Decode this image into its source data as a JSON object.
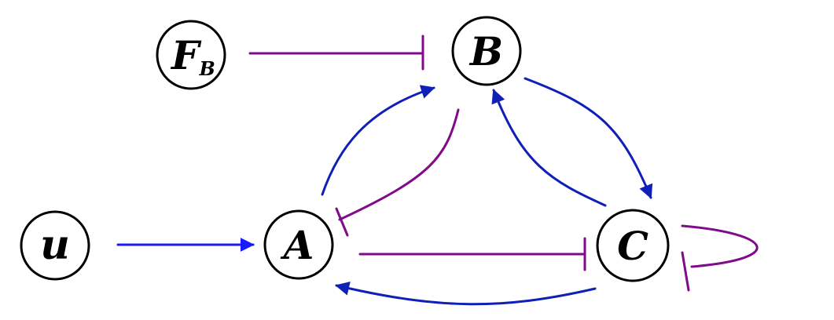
{
  "colors": {
    "activation": "#0f1fb8",
    "activation_bright": "#1a1aff",
    "inhibition": "#800a8a"
  },
  "nodes": {
    "u": {
      "label": "u"
    },
    "a": {
      "label": "A"
    },
    "b": {
      "label": "B"
    },
    "c": {
      "label": "C"
    },
    "fb": {
      "label": "F",
      "subscript": "B"
    }
  },
  "edges": [
    {
      "from": "u",
      "to": "A",
      "kind": "activation"
    },
    {
      "from": "A",
      "to": "B",
      "kind": "activation"
    },
    {
      "from": "B",
      "to": "A",
      "kind": "inhibition"
    },
    {
      "from": "B",
      "to": "C",
      "kind": "activation"
    },
    {
      "from": "C",
      "to": "B",
      "kind": "activation"
    },
    {
      "from": "A",
      "to": "C",
      "kind": "inhibition"
    },
    {
      "from": "C",
      "to": "A",
      "kind": "activation"
    },
    {
      "from": "C",
      "to": "C",
      "kind": "inhibition"
    },
    {
      "from": "F_B",
      "to": "B",
      "kind": "inhibition"
    }
  ]
}
